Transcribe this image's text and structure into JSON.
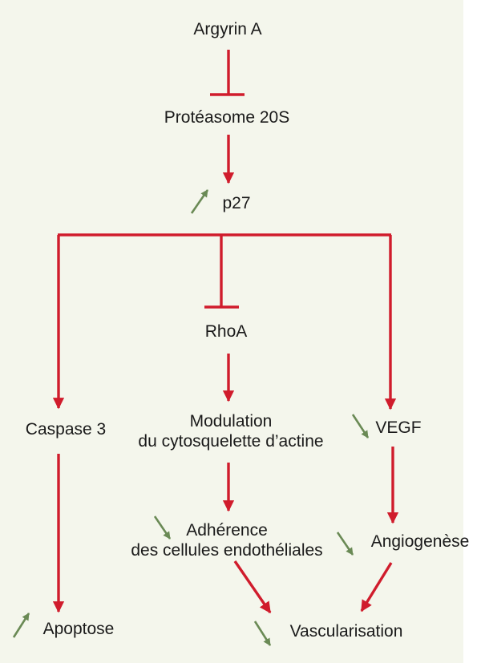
{
  "nodes": {
    "argyrin": "Argyrin A",
    "proteasome": "Protéasome 20S",
    "p27": "p27",
    "rhoa": "RhoA",
    "caspase": "Caspase 3",
    "modulation_line1": "Modulation",
    "modulation_line2": "du cytosquelette d’actine",
    "vegf": "VEGF",
    "adherence_line1": "Adhérence",
    "adherence_line2": "des cellules endothéliales",
    "angiogenese": "Angiogenèse",
    "apoptose": "Apoptose",
    "vascularisation": "Vascularisation"
  },
  "edges": [
    {
      "from": "argyrin",
      "to": "proteasome",
      "type": "inhibition"
    },
    {
      "from": "proteasome",
      "to": "p27",
      "type": "activation"
    },
    {
      "from": "p27",
      "to": "caspase",
      "type": "activation"
    },
    {
      "from": "p27",
      "to": "rhoa",
      "type": "inhibition"
    },
    {
      "from": "p27",
      "to": "vegf",
      "type": "activation"
    },
    {
      "from": "rhoa",
      "to": "modulation",
      "type": "activation"
    },
    {
      "from": "caspase",
      "to": "apoptose",
      "type": "activation"
    },
    {
      "from": "modulation",
      "to": "adherence",
      "type": "activation"
    },
    {
      "from": "vegf",
      "to": "angiogenese",
      "type": "activation"
    },
    {
      "from": "adherence",
      "to": "vascularisation",
      "type": "activation"
    },
    {
      "from": "angiogenese",
      "to": "vascularisation",
      "type": "activation"
    }
  ],
  "level_indicators": {
    "p27": "up",
    "vegf": "down",
    "adherence": "down",
    "angiogenese": "down",
    "apoptose": "up",
    "vascularisation": "down"
  },
  "colors": {
    "background": "#f4f6ec",
    "edge": "#d01c2c",
    "indicator": "#6a8a55",
    "text": "#1a1a1a"
  }
}
